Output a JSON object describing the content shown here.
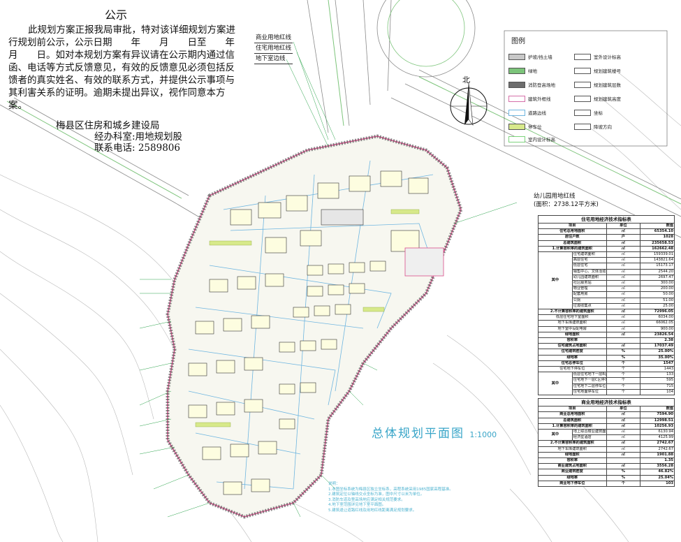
{
  "notice": {
    "title": "公示",
    "body": "此规划方案正报我局审批，特对该详细规划方案进行规划前公示，公示日期　　年　　月　　日至　　年　　月　　日。如对本规划方案有异议请在公示期内通过信函、电话等方式反馈意见，有效的反馈意见必须包括反馈者的真实姓名、有效的联系方式，并提供公示事项与其利害关系的证明。逾期未提出异议，视作同意本方案。",
    "org": "梅县区住房和城乡建设局",
    "dept": "经办科室:用地规划股",
    "phone": "联系电话: 2589806"
  },
  "road_labels": [
    "商业用地红线",
    "住宅用地红线",
    "地下室边线"
  ],
  "north": "北",
  "legend": {
    "title": "图例",
    "items_left": [
      "护坡/挡土墙",
      "绿地",
      "消防登高场地",
      "建筑外框线",
      "道路边线",
      "停车位",
      "室内设计标高"
    ],
    "items_right": [
      "室外设计标高",
      "规划建筑楼号",
      "规划建筑层数",
      "规划建筑高度",
      "坐标",
      "降坡方向"
    ],
    "colors": {
      "slope": "#c8c8c8",
      "green": "#7cc47a",
      "fire": "#6d6d6d",
      "frame": "#d66fa8",
      "road": "#6fb6e0",
      "parking": "#d7e98a",
      "indoor": "#7dd37d"
    }
  },
  "kindergarten": {
    "line": "幼儿园用地红线",
    "area": "(面积：2738.12平方米)"
  },
  "plan_title": {
    "text": "总体规划平面图",
    "scale": "1:1000"
  },
  "table_res": {
    "title": "住宅用地经济技术指标表",
    "head": [
      "项目",
      "单位",
      "数值"
    ],
    "rows": [
      {
        "grp": "",
        "name": "住宅总用地面积",
        "unit": "㎡",
        "val": "65354.10",
        "bold": true
      },
      {
        "grp": "",
        "name": "居住户数",
        "unit": "户",
        "val": "1028",
        "bold": true
      },
      {
        "grp": "",
        "name": "总建筑面积",
        "unit": "㎡",
        "val": "235658.53",
        "bold": true
      },
      {
        "grp": "",
        "name": "1.计算容积率的建筑面积",
        "unit": "㎡",
        "val": "162662.48",
        "bold": true
      },
      {
        "grp": "其中",
        "name": "住宅建筑面积",
        "unit": "㎡",
        "val": "159339.01",
        "bold": false
      },
      {
        "grp": "",
        "name": "高层住宅",
        "unit": "㎡",
        "val": "143821.64",
        "bold": false
      },
      {
        "grp": "",
        "name": "低层住宅",
        "unit": "㎡",
        "val": "15173.17",
        "bold": false
      },
      {
        "grp": "",
        "name": "销售中心、文体活动中心",
        "unit": "㎡",
        "val": "2544.20",
        "bold": false
      },
      {
        "grp": "",
        "name": "幼儿园建筑面积",
        "unit": "㎡",
        "val": "2697.47",
        "bold": false
      },
      {
        "grp": "",
        "name": "社区服务站",
        "unit": "㎡",
        "val": "300.00",
        "bold": false
      },
      {
        "grp": "",
        "name": "物业管理",
        "unit": "㎡",
        "val": "200.00",
        "bold": false
      },
      {
        "grp": "",
        "name": "配套用房",
        "unit": "㎡",
        "val": "50.00",
        "bold": false
      },
      {
        "grp": "",
        "name": "公厕",
        "unit": "㎡",
        "val": "51.00",
        "bold": false
      },
      {
        "grp": "",
        "name": "垃圾收集点",
        "unit": "㎡",
        "val": "25.00",
        "bold": false
      },
      {
        "grp": "",
        "name": "2.不计算容积率的建筑面积",
        "unit": "㎡",
        "val": "72996.05",
        "bold": true
      },
      {
        "grp": "",
        "name": "低层住宅地下室面积",
        "unit": "㎡",
        "val": "6034.00",
        "bold": false
      },
      {
        "grp": "",
        "name": "地下车库建筑面积",
        "unit": "㎡",
        "val": "66062.05",
        "bold": false
      },
      {
        "grp": "",
        "name": "地下室中设配电房",
        "unit": "㎡",
        "val": "900.00",
        "bold": false
      },
      {
        "grp": "",
        "name": "绿地面积",
        "unit": "㎡",
        "val": "23826.54",
        "bold": true
      },
      {
        "grp": "",
        "name": "容积率",
        "unit": "",
        "val": "2.38",
        "bold": true
      },
      {
        "grp": "",
        "name": "住宅建筑占地面积",
        "unit": "㎡",
        "val": "17037.49",
        "bold": true
      },
      {
        "grp": "",
        "name": "住宅建筑密度",
        "unit": "%",
        "val": "25.00%",
        "bold": true
      },
      {
        "grp": "",
        "name": "绿地率",
        "unit": "%",
        "val": "35.00%",
        "bold": true
      },
      {
        "grp": "",
        "name": "住宅总停车位",
        "unit": "个",
        "val": "1547",
        "bold": true
      },
      {
        "grp": "",
        "name": "住宅地下停车位",
        "unit": "个",
        "val": "1443",
        "bold": false
      },
      {
        "grp": "其中",
        "name": "低层住宅地下一层B区停车位",
        "unit": "个",
        "val": "133",
        "bold": false
      },
      {
        "grp": "",
        "name": "住宅地下一层C区停车位",
        "unit": "个",
        "val": "595",
        "bold": false
      },
      {
        "grp": "",
        "name": "住宅地下二层停车位",
        "unit": "个",
        "val": "715",
        "bold": false
      },
      {
        "grp": "",
        "name": "住宅地面停车位",
        "unit": "个",
        "val": "104",
        "bold": false
      }
    ]
  },
  "table_com": {
    "title": "商业用地经济技术指标表",
    "head": [
      "项目",
      "单位",
      "数值"
    ],
    "rows": [
      {
        "grp": "",
        "name": "商业总用地面积",
        "unit": "㎡",
        "val": "7594.90",
        "bold": true
      },
      {
        "grp": "",
        "name": "总建筑面积",
        "unit": "㎡",
        "val": "12998.51",
        "bold": true
      },
      {
        "grp": "",
        "name": "1.计算容积率的建筑面积",
        "unit": "㎡",
        "val": "10256.93",
        "bold": true
      },
      {
        "grp": "其中",
        "name": "地上综合楼业建筑面积",
        "unit": "㎡",
        "val": "6130.94",
        "bold": false
      },
      {
        "grp": "",
        "name": "经济型酒店",
        "unit": "㎡",
        "val": "4125.99",
        "bold": false
      },
      {
        "grp": "",
        "name": "2.不计算容积率的建筑面积",
        "unit": "㎡",
        "val": "2742.67",
        "bold": true
      },
      {
        "grp": "",
        "name": "地下车库建筑面积",
        "unit": "㎡",
        "val": "2742.67",
        "bold": false
      },
      {
        "grp": "",
        "name": "绿地面积",
        "unit": "㎡",
        "val": "1901.88",
        "bold": true
      },
      {
        "grp": "",
        "name": "容积率",
        "unit": "",
        "val": "1.35",
        "bold": true
      },
      {
        "grp": "",
        "name": "商业建筑占地面积",
        "unit": "㎡",
        "val": "3556.28",
        "bold": true
      },
      {
        "grp": "",
        "name": "商业建筑密度",
        "unit": "%",
        "val": "46.82%",
        "bold": true
      },
      {
        "grp": "",
        "name": "绿地率",
        "unit": "%",
        "val": "25.04%",
        "bold": true
      },
      {
        "grp": "",
        "name": "商业地下停车位",
        "unit": "个",
        "val": "103",
        "bold": true
      }
    ]
  },
  "notes": {
    "title": "说明：",
    "lines": [
      "1.本图坐标系统为梅县区独立坐标系，高程系统采用1985国家高程基准。",
      "2.建筑定位以轴线交点坐标为准，图中尺寸以米为单位。",
      "3.消防车道及登高场地应满足相关规范要求。",
      "4.地下室范围详见地下室平面图。",
      "5.建筑退让道路红线及用地红线距离满足规划要求。"
    ]
  }
}
